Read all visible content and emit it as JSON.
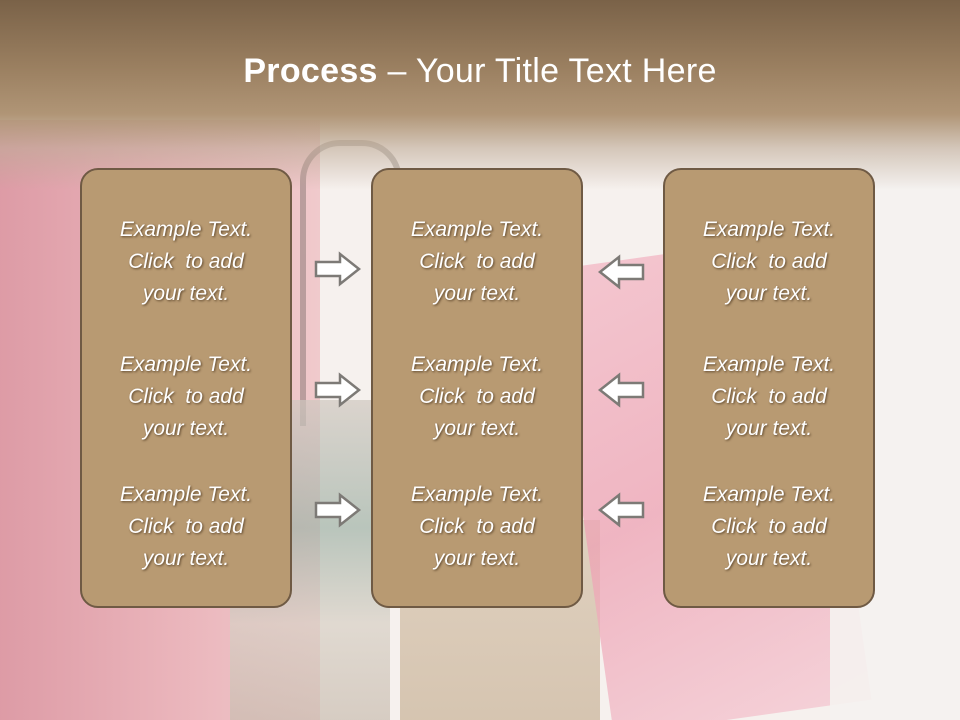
{
  "slide": {
    "title_bold": "Process",
    "title_rest": " – Your Title Text Here",
    "columns": [
      {
        "items": [
          {
            "line1": "Example Text.",
            "line2": "Click  to add",
            "line3": "your text."
          },
          {
            "line1": "Example Text.",
            "line2": "Click  to add",
            "line3": "your text."
          },
          {
            "line1": "Example Text.",
            "line2": "Click  to add",
            "line3": "your text."
          }
        ]
      },
      {
        "items": [
          {
            "line1": "Example Text.",
            "line2": "Click  to add",
            "line3": "your text."
          },
          {
            "line1": "Example Text.",
            "line2": "Click  to add",
            "line3": "your text."
          },
          {
            "line1": "Example Text.",
            "line2": "Click  to add",
            "line3": "your text."
          }
        ]
      },
      {
        "items": [
          {
            "line1": "Example Text.",
            "line2": "Click  to add",
            "line3": "your text."
          },
          {
            "line1": "Example Text.",
            "line2": "Click  to add",
            "line3": "your text."
          },
          {
            "line1": "Example Text.",
            "line2": "Click  to add",
            "line3": "your text."
          }
        ]
      }
    ],
    "arrows": {
      "left_group": [
        "arrow-right-icon",
        "arrow-right-icon",
        "arrow-right-icon"
      ],
      "right_group": [
        "arrow-left-icon",
        "arrow-left-icon",
        "arrow-left-icon"
      ]
    },
    "colors": {
      "header": "#9a7f60",
      "box_fill": "#b89a72",
      "box_border": "#6f5a44",
      "text": "#ffffff"
    }
  }
}
